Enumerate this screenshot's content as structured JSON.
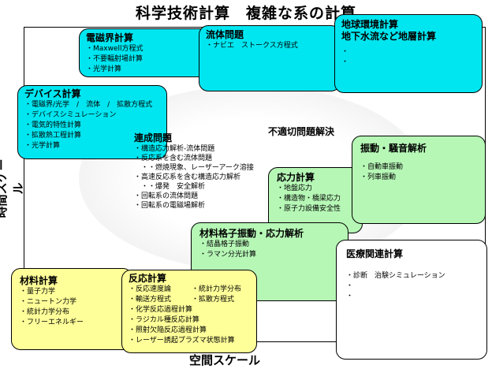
{
  "title": "科学技術計算　複雑な系の計算",
  "axis_x": "空間スケール",
  "axis_y": "時間スケール",
  "center_label": "不適切問題解決",
  "boxes": {
    "electromagnetic": {
      "title": "電磁界計算",
      "items": [
        "・Maxwell方程式",
        "・不要輻射場計算",
        "・光学計算"
      ]
    },
    "fluid": {
      "title": "流体問題",
      "items": [
        "・ナビエ　ストークス方程式"
      ]
    },
    "earth": {
      "title": "地球環境計算",
      "subtitle": "地下水流など地層計算",
      "items": [
        "・",
        "・"
      ]
    },
    "device": {
      "title": "デバイス計算",
      "items": [
        "・電磁界/光学　/　流体　/　拡散方程式",
        "・デバイスシミュレーション",
        "・電気的特性計算",
        "・拡散熱工程計算",
        "・光学計算"
      ]
    },
    "coupled": {
      "title": "連成問題",
      "items": [
        "・構造応力解析-流体問題",
        "・反応系を含む流体問題",
        "　・・燃焼現象、レーザーアーク溶接",
        "・高速反応系を含む構造応力解析",
        "　・・爆発　安全解析",
        "・回転系の流体問題",
        "・回転系の電磁場解析"
      ]
    },
    "vibration": {
      "title": "振動・騒音解析",
      "items": [
        "・自動車振動",
        "・列車振動"
      ]
    },
    "stress": {
      "title": "応力計算",
      "items": [
        "・地盤応力",
        "・構造物・橋梁応力",
        "・原子力設備安全性"
      ]
    },
    "lattice": {
      "title": "材料格子振動・応力解析",
      "items": [
        "・結晶格子振動",
        "・ラマン分光計算"
      ]
    },
    "medical": {
      "title": "医療関連計算",
      "items": [
        "・診断　治験シミュレーション",
        "・",
        "・"
      ]
    },
    "material": {
      "title": "材料計算",
      "items": [
        "・量子力学",
        "・ニュートン力学",
        "・統計力学分布",
        "・フリーエネルギー"
      ]
    },
    "reaction": {
      "title": "反応計算",
      "items_left": [
        "・反応速度論",
        "・輸送方程式",
        "・化学反応過程計算",
        "・ラジカル種反応計算",
        "・照射欠陥反応過程計算",
        "・レーザー誘起プラズマ状態計算"
      ],
      "items_right": [
        "・統計力学分布",
        "・拡散方程式"
      ]
    }
  }
}
